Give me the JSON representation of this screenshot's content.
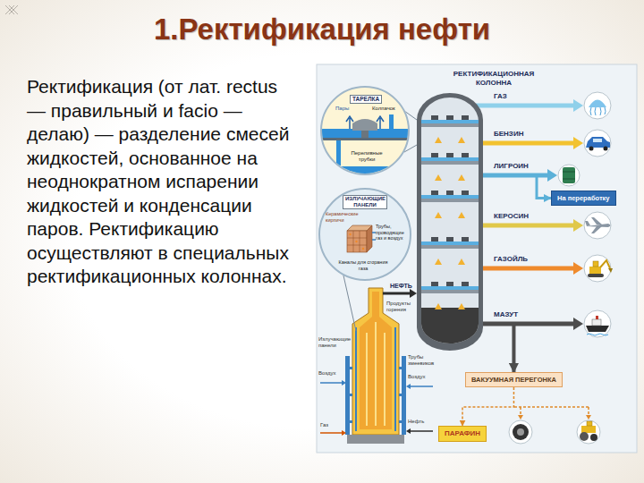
{
  "diagram": {
    "title": "1.Ректификация нефти",
    "nodes": [
      {
        "text": [
          "РЕКТИФИКАЦИОННАЯ КОЛОННА"
        ]
      },
      {
        "text": [
          "ТАРЕЛКА",
          "Пары",
          "Колпачок",
          "Переливные трубки"
        ]
      },
      {
        "text": [
          "ИЗЛУЧАЮЩИЕ ПАНЕЛИ",
          "Керамические кирпичи",
          "Трубы, проводящие газ и воздух",
          "Каналы для сгорания газа"
        ]
      },
      {
        "text": [
          "На переработку"
        ]
      },
      {
        "text": [
          "ВАКУУМНАЯ ПЕРЕГОНКА"
        ]
      },
      {
        "text": [
          "ПАРАФИН"
        ]
      }
    ],
    "edges": [
      {
        "from": 1,
        "to": 0,
        "arrow": "none"
      },
      {
        "from": 0,
        "to": 3,
        "arrow": "to"
      },
      {
        "from": 0,
        "to": 4,
        "arrow": "to"
      },
      {
        "from": 4,
        "to": 5,
        "arrow": "to"
      }
    ],
    "labels": [
      "Ректификация (от лат. rectus — правильный и facio — делаю) — разделение смесей жидкостей, основанное на неоднократном испарении жидкостей и конденсации паров. Ректификацию осуществляют в специальных ректификационных колоннах.",
      "ГАЗ",
      "БЕНЗИН",
      "ЛИГРОИН",
      "КЕРОСИН",
      "ГАЗОЙЛЬ",
      "МАЗУТ",
      "НЕФТЬ",
      "Продукты горения",
      "Излучающие панели",
      "Воздух",
      "Трубы змеевиков",
      "Воздух",
      "Газ",
      "Нефть"
    ]
  }
}
